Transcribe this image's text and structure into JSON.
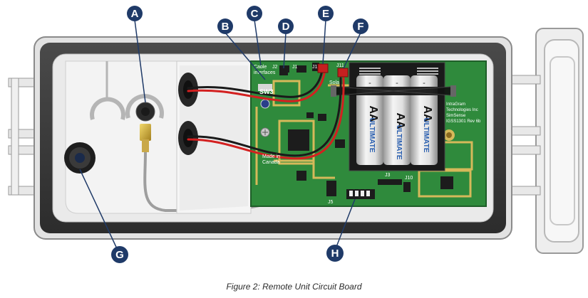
{
  "callouts": [
    "A",
    "B",
    "C",
    "D",
    "E",
    "F",
    "G",
    "H"
  ],
  "board_labels": {
    "cable_interfaces_line1": "Cable",
    "cable_interfaces_line2": "interfaces",
    "sw3": "SW3",
    "j2": "J2",
    "j1a": "J1",
    "j1b": "J1",
    "j11": "J11",
    "sola": "Sola",
    "made_in_line1": "Made in",
    "made_in_line2": "Canada",
    "j3": "J3",
    "j10": "J10",
    "j5": "J5",
    "manufacturer_line1": "IntraGram",
    "manufacturer_line2": "Technologies Inc",
    "manufacturer_line3": "SimSense",
    "manufacturer_line4": "IGSS1301 Rev 6b"
  },
  "batteries": [
    {
      "size": "AA",
      "brand": "ULTIMATE"
    },
    {
      "size": "AA",
      "brand": "ULTIMATE"
    },
    {
      "size": "AA",
      "brand": "ULTIMATE"
    }
  ],
  "caption": "Figure 2:  Remote Unit Circuit Board",
  "colors": {
    "callout_fill": "#1f3a68",
    "board_green": "#2f8a3c",
    "trace_gold": "#d6b95a",
    "enclosure_dark": "#3a3a3a",
    "battery_blue": "#2a5fb0"
  }
}
